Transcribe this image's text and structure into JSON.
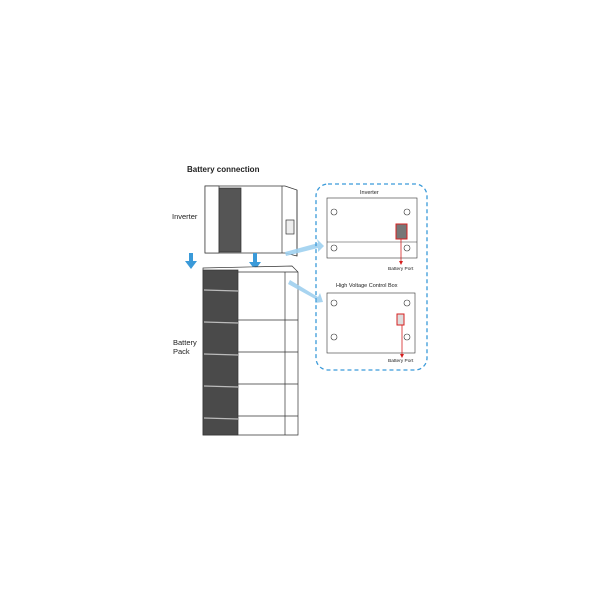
{
  "title": "Battery connection",
  "labels": {
    "inverter": "Inverter",
    "battery_pack_line1": "Battery",
    "battery_pack_line2": "Pack"
  },
  "inset": {
    "inverter_title": "Inverter",
    "inverter_port": "Battery Port",
    "hv_box_title": "High Voltage Control Box",
    "hv_port": "Battery Port"
  },
  "colors": {
    "accent_blue": "#3a9ad9",
    "port_red": "#d62020",
    "line": "#333333"
  }
}
